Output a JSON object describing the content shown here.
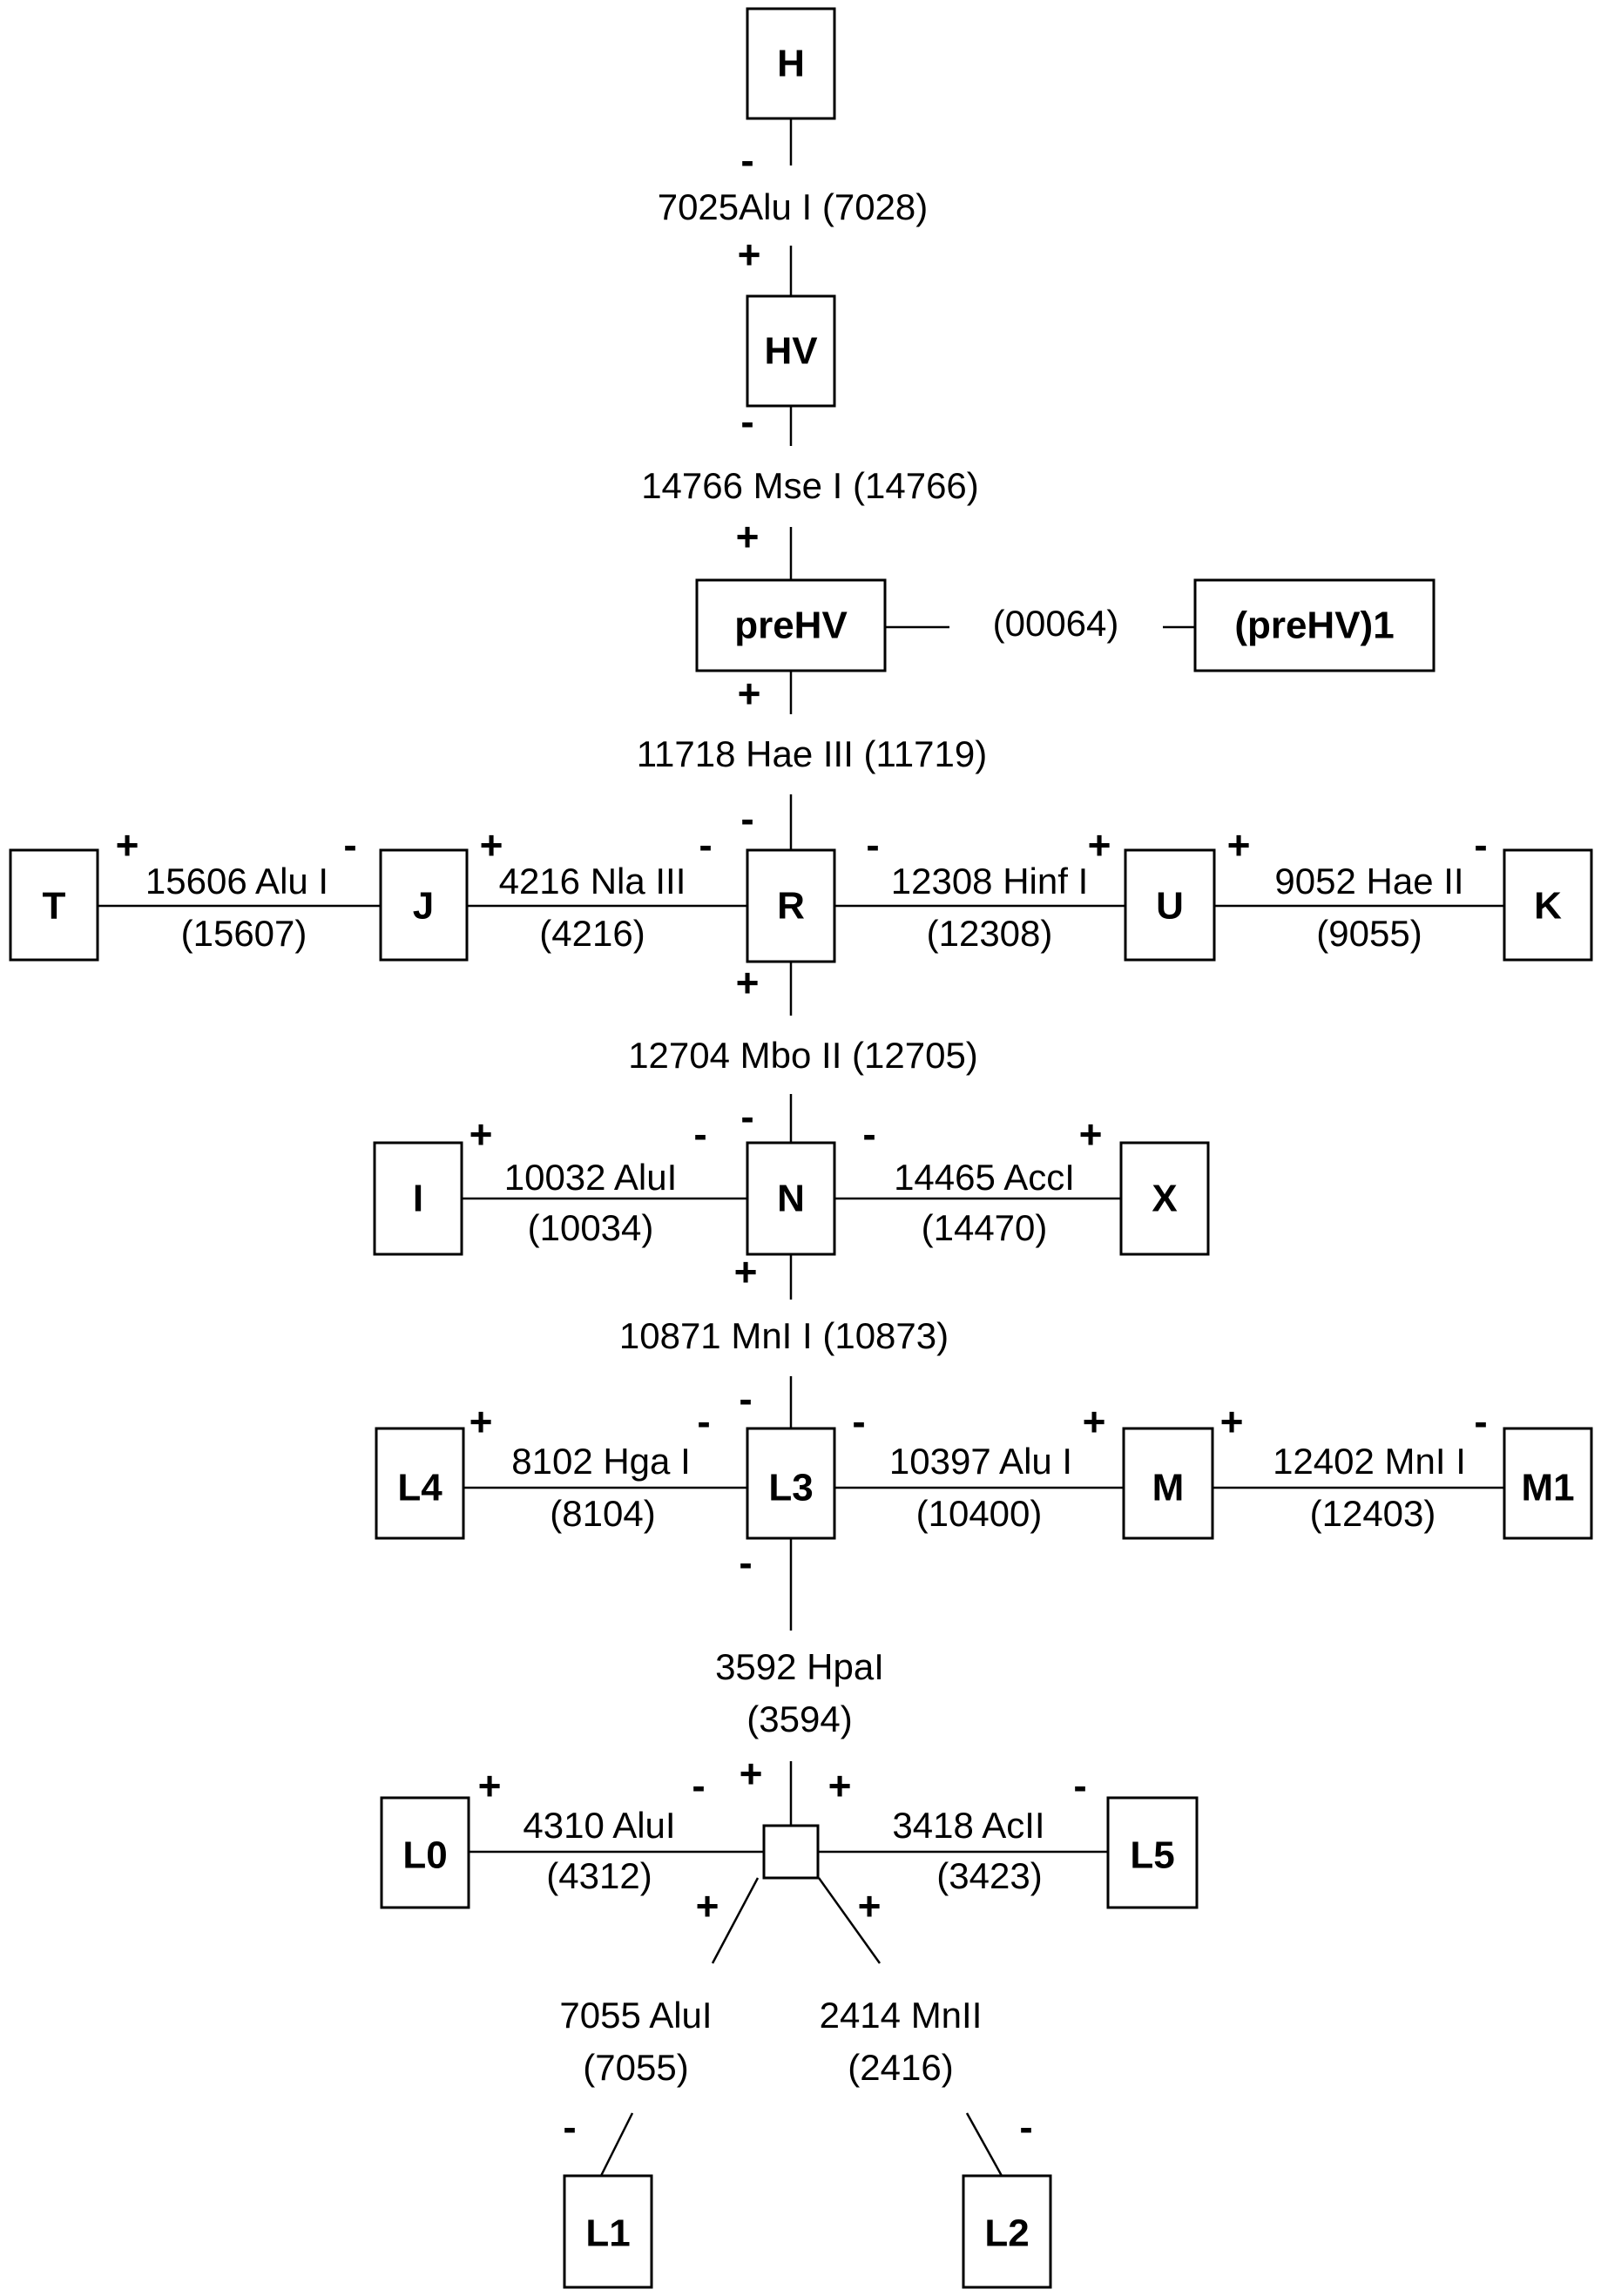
{
  "nodes": {
    "H": "H",
    "HV": "HV",
    "preHV": "preHV",
    "preHV1": "(preHV)1",
    "T": "T",
    "J": "J",
    "R": "R",
    "U": "U",
    "K": "K",
    "I": "I",
    "N": "N",
    "X": "X",
    "L4": "L4",
    "L3": "L3",
    "M": "M",
    "M1": "M1",
    "L0": "L0",
    "L5": "L5",
    "L1": "L1",
    "L2": "L2",
    "junction": ""
  },
  "edges": {
    "h_hv": [
      "7025Alu I (7028)"
    ],
    "hv_prehv": [
      "14766 Mse I (14766)"
    ],
    "prehv_prehv1": [
      "(00064)"
    ],
    "prehv_r": [
      "11718 Hae III (11719)"
    ],
    "t_j": [
      "15606 Alu I",
      "(15607)"
    ],
    "j_r": [
      "4216 Nla III",
      "(4216)"
    ],
    "r_u": [
      "12308 Hinf I",
      "(12308)"
    ],
    "u_k": [
      "9052 Hae II",
      "(9055)"
    ],
    "r_n": [
      "12704 Mbo II (12705)"
    ],
    "i_n": [
      "10032 AluI",
      "(10034)"
    ],
    "n_x": [
      "14465 AccI",
      "(14470)"
    ],
    "n_l3": [
      "10871 MnI I (10873)"
    ],
    "l4_l3": [
      "8102 Hga I",
      "(8104)"
    ],
    "l3_m": [
      "10397 Alu I",
      "(10400)"
    ],
    "m_m1": [
      "12402 MnI I",
      "(12403)"
    ],
    "l3_junction": [
      "3592 HpaI",
      "(3594)"
    ],
    "l0_junction": [
      "4310 AluI",
      "(4312)"
    ],
    "junction_l5": [
      "3418 AcII",
      "(3423)"
    ],
    "junction_l1": [
      "7055 AluI",
      "(7055)"
    ],
    "junction_l2": [
      "2414 MnII",
      "(2416)"
    ]
  },
  "signs": {
    "plus": "+",
    "minus": "-"
  }
}
